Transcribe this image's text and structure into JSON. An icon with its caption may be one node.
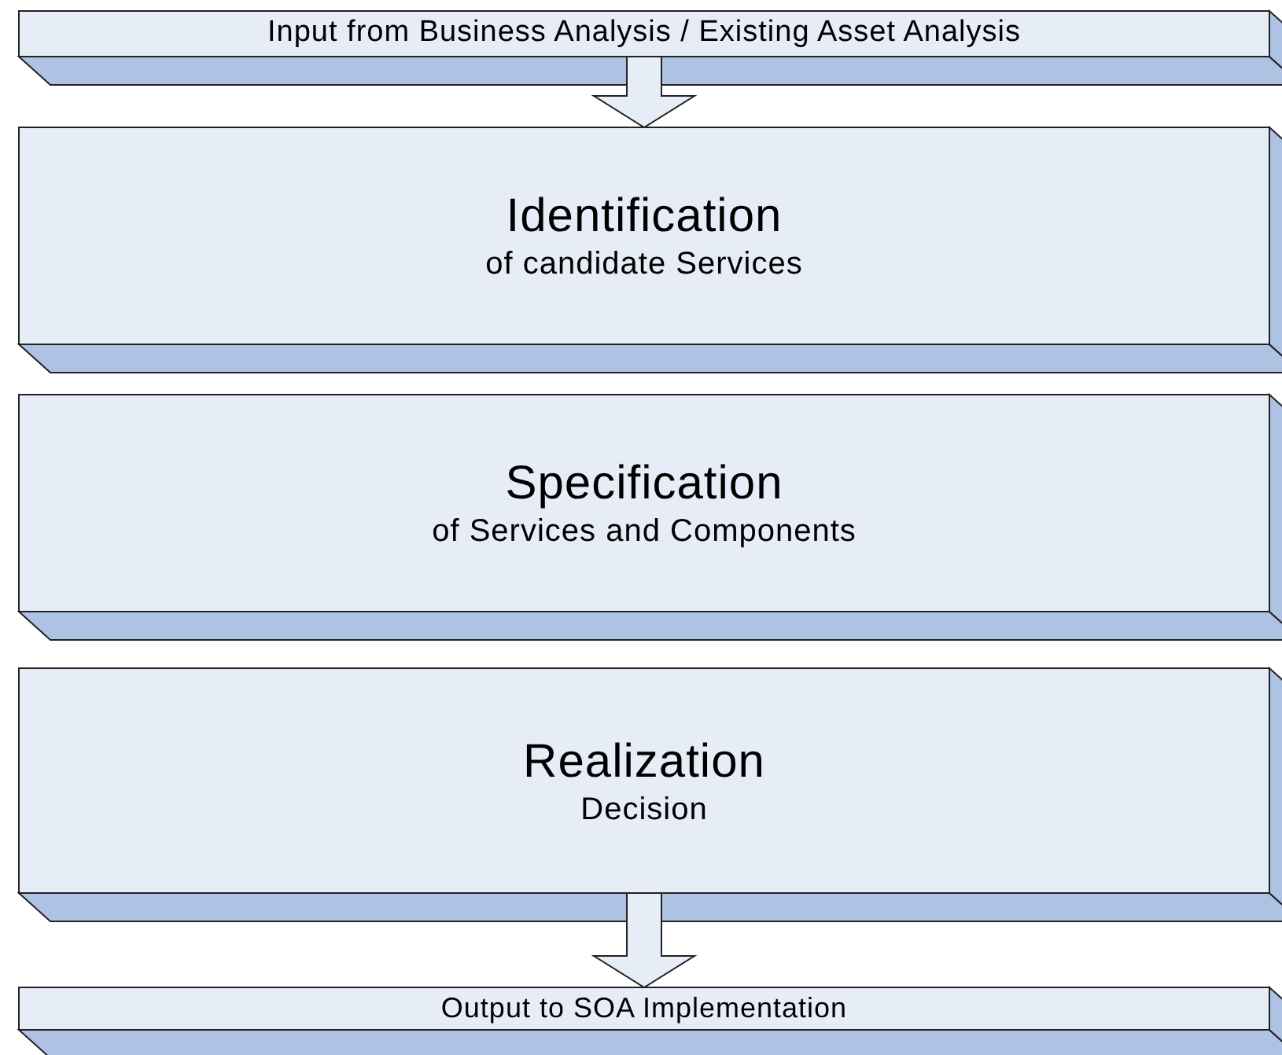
{
  "diagram": {
    "nodes": [
      {
        "text": [
          "Input from Business Analysis / Existing Asset Analysis"
        ]
      },
      {
        "text": [
          "Identification",
          "of candidate Services"
        ]
      },
      {
        "text": [
          "Specification",
          "of Services and Components"
        ]
      },
      {
        "text": [
          "Realization",
          "Decision"
        ]
      },
      {
        "text": [
          "Output to SOA Implementation"
        ]
      }
    ],
    "edges": [
      {
        "from": 0,
        "to": 1,
        "arrow": "to"
      },
      {
        "from": 3,
        "to": 4,
        "arrow": "to"
      }
    ]
  }
}
